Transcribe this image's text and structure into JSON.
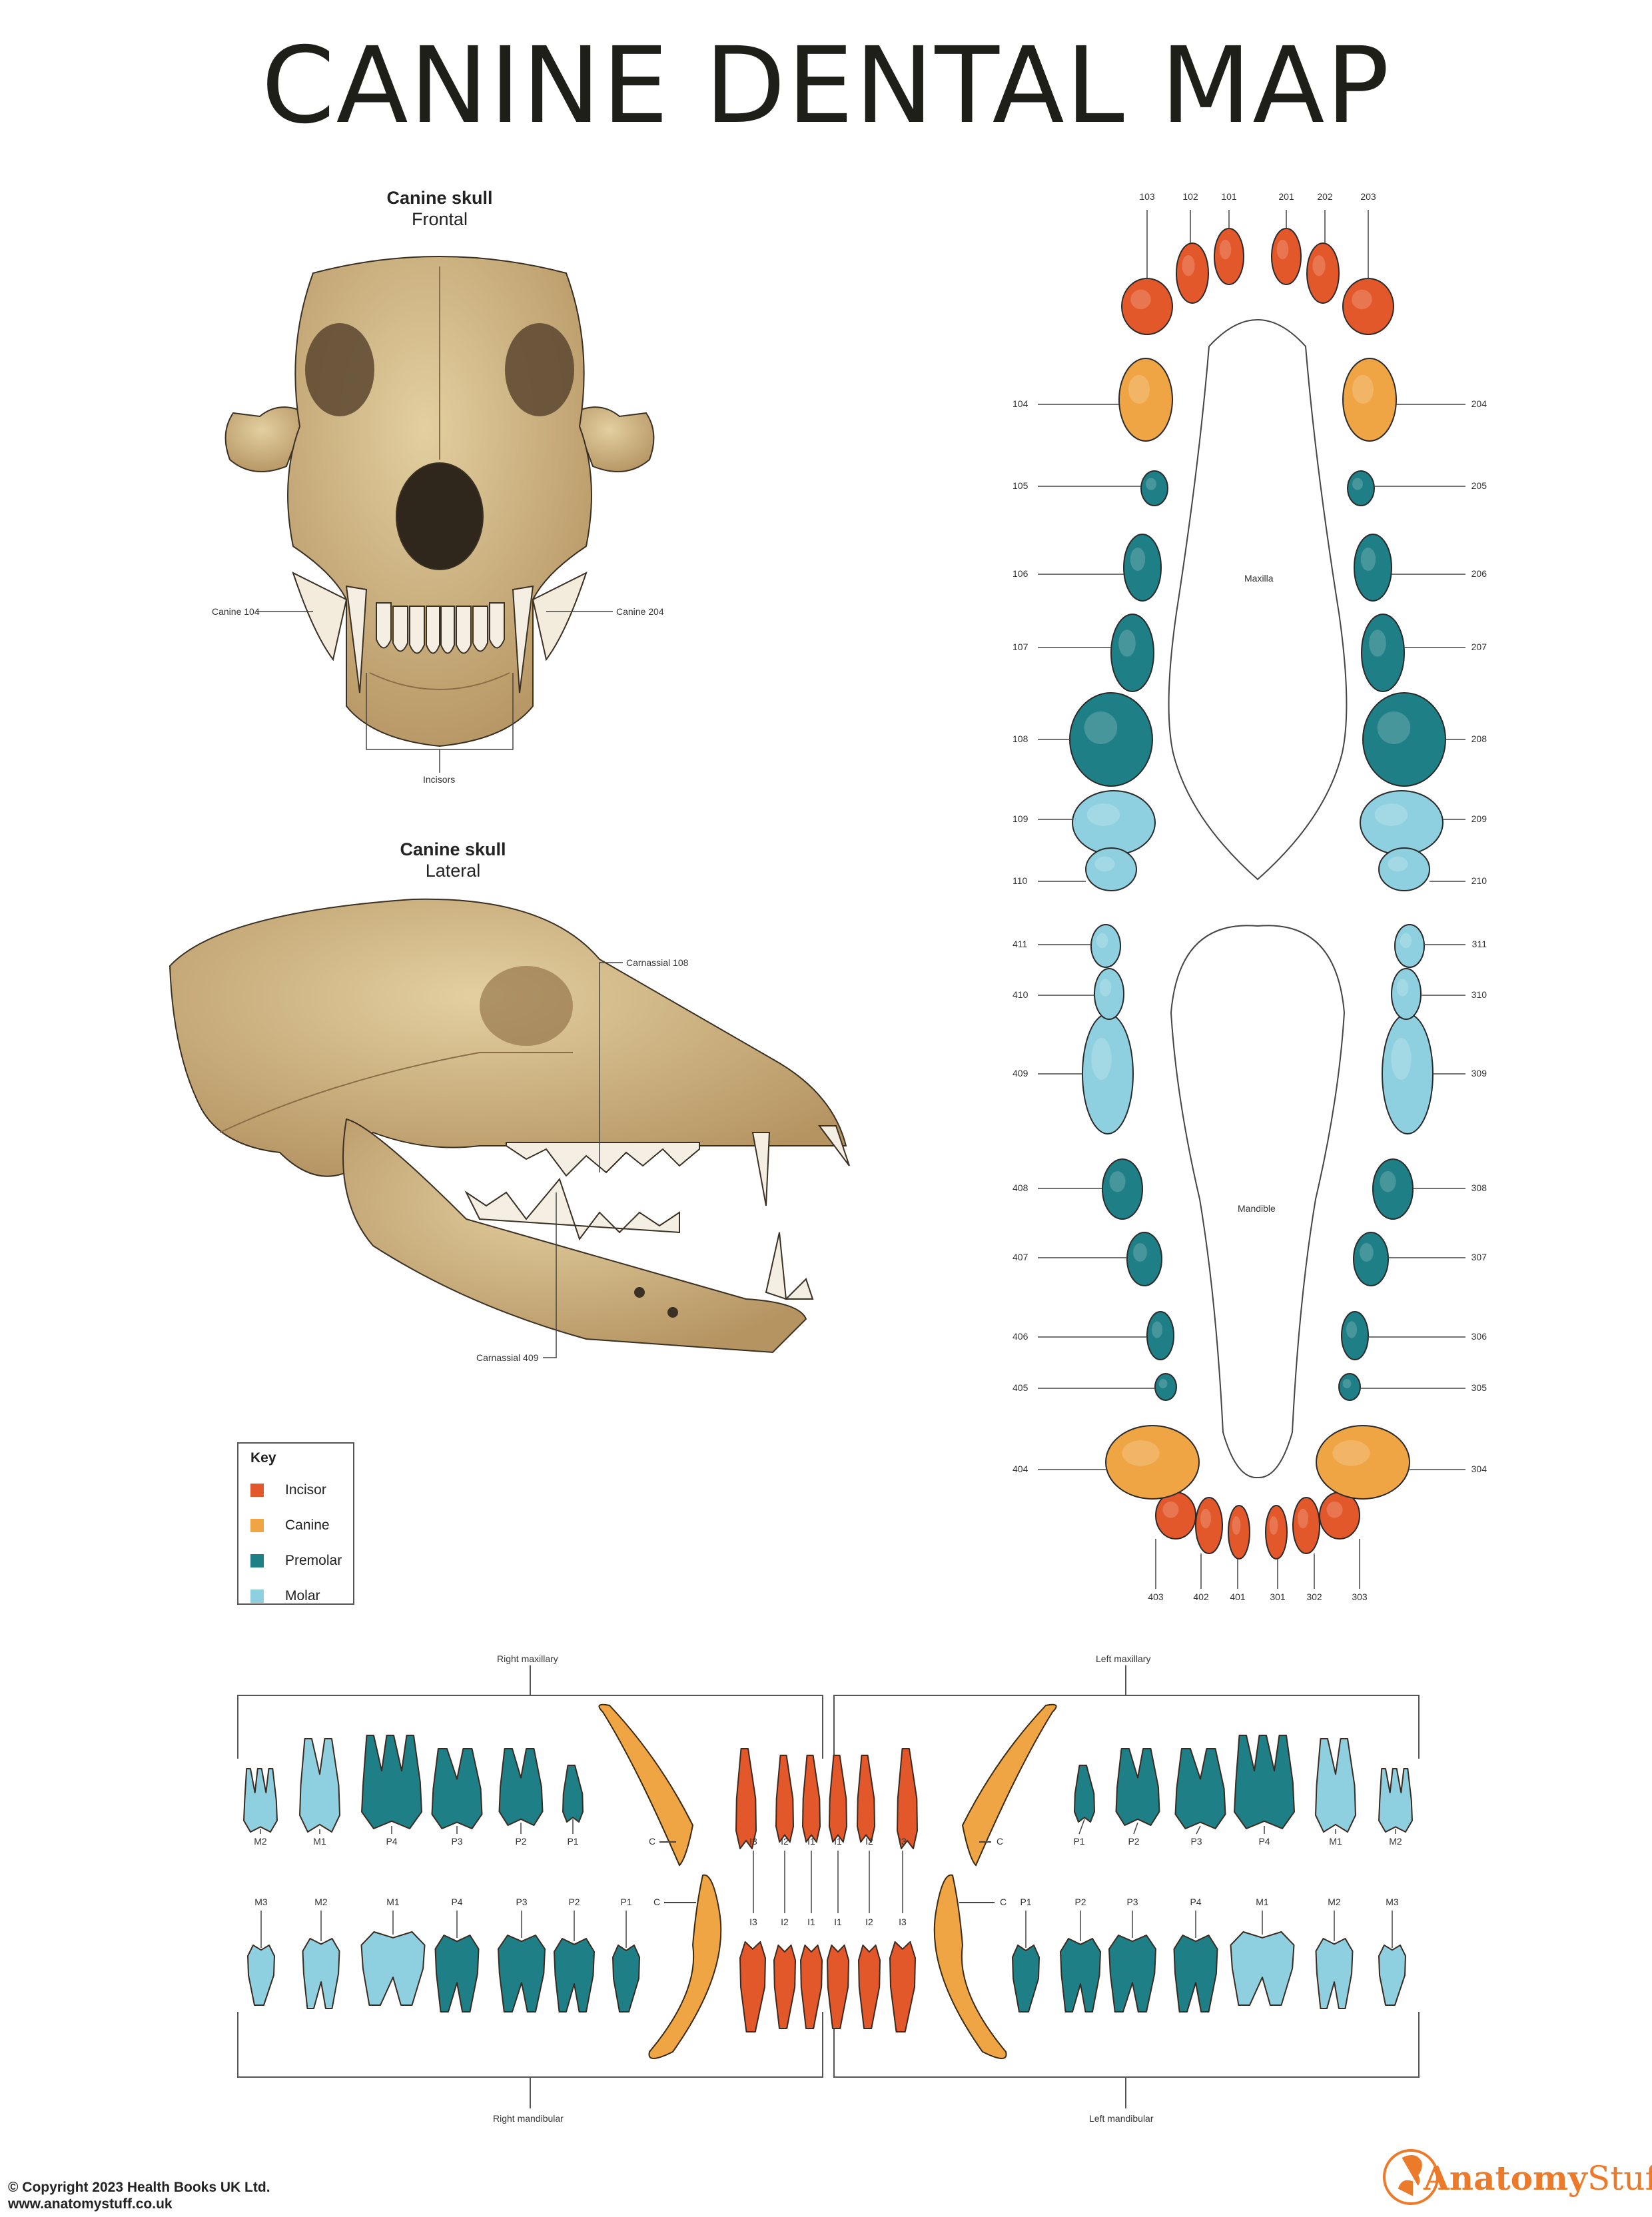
{
  "title": "CANINE DENTAL MAP",
  "frontal": {
    "title": "Canine skull",
    "subtitle": "Frontal",
    "canine_right": "Canine 104",
    "canine_left": "Canine 204",
    "incisors": "Incisors"
  },
  "lateral": {
    "title": "Canine skull",
    "subtitle": "Lateral",
    "carnassial_upper": "Carnassial 108",
    "carnassial_lower": "Carnassial 409"
  },
  "key": {
    "title": "Key",
    "items": [
      {
        "label": "Incisor",
        "color": "#e3582a"
      },
      {
        "label": "Canine",
        "color": "#f0a545"
      },
      {
        "label": "Premolar",
        "color": "#1e7f86"
      },
      {
        "label": "Molar",
        "color": "#8fd0e0"
      }
    ]
  },
  "arch": {
    "maxilla_label": "Maxilla",
    "mandible_label": "Mandible",
    "quadrant1": [
      {
        "id": "101",
        "type": "incisor"
      },
      {
        "id": "102",
        "type": "incisor"
      },
      {
        "id": "103",
        "type": "incisor"
      },
      {
        "id": "104",
        "type": "canine"
      },
      {
        "id": "105",
        "type": "premolar"
      },
      {
        "id": "106",
        "type": "premolar"
      },
      {
        "id": "107",
        "type": "premolar"
      },
      {
        "id": "108",
        "type": "premolar"
      },
      {
        "id": "109",
        "type": "molar"
      },
      {
        "id": "110",
        "type": "molar"
      }
    ],
    "quadrant2": [
      {
        "id": "201",
        "type": "incisor"
      },
      {
        "id": "202",
        "type": "incisor"
      },
      {
        "id": "203",
        "type": "incisor"
      },
      {
        "id": "204",
        "type": "canine"
      },
      {
        "id": "205",
        "type": "premolar"
      },
      {
        "id": "206",
        "type": "premolar"
      },
      {
        "id": "207",
        "type": "premolar"
      },
      {
        "id": "208",
        "type": "premolar"
      },
      {
        "id": "209",
        "type": "molar"
      },
      {
        "id": "210",
        "type": "molar"
      }
    ],
    "quadrant4": [
      {
        "id": "401",
        "type": "incisor"
      },
      {
        "id": "402",
        "type": "incisor"
      },
      {
        "id": "403",
        "type": "incisor"
      },
      {
        "id": "404",
        "type": "canine"
      },
      {
        "id": "405",
        "type": "premolar"
      },
      {
        "id": "406",
        "type": "premolar"
      },
      {
        "id": "407",
        "type": "premolar"
      },
      {
        "id": "408",
        "type": "premolar"
      },
      {
        "id": "409",
        "type": "molar"
      },
      {
        "id": "410",
        "type": "molar"
      },
      {
        "id": "411",
        "type": "molar"
      }
    ],
    "quadrant3": [
      {
        "id": "301",
        "type": "incisor"
      },
      {
        "id": "302",
        "type": "incisor"
      },
      {
        "id": "303",
        "type": "incisor"
      },
      {
        "id": "304",
        "type": "canine"
      },
      {
        "id": "305",
        "type": "premolar"
      },
      {
        "id": "306",
        "type": "premolar"
      },
      {
        "id": "307",
        "type": "premolar"
      },
      {
        "id": "308",
        "type": "premolar"
      },
      {
        "id": "309",
        "type": "molar"
      },
      {
        "id": "310",
        "type": "molar"
      },
      {
        "id": "311",
        "type": "molar"
      }
    ]
  },
  "rows": {
    "right_maxillary": "Right maxillary",
    "left_maxillary": "Left maxillary",
    "right_mandibular": "Right mandibular",
    "left_mandibular": "Left mandibular",
    "upper": [
      {
        "label": "M2",
        "type": "molar"
      },
      {
        "label": "M1",
        "type": "molar"
      },
      {
        "label": "P4",
        "type": "premolar"
      },
      {
        "label": "P3",
        "type": "premolar"
      },
      {
        "label": "P2",
        "type": "premolar"
      },
      {
        "label": "P1",
        "type": "premolar"
      },
      {
        "label": "C",
        "type": "canine"
      },
      {
        "label": "I3",
        "type": "incisor"
      },
      {
        "label": "I2",
        "type": "incisor"
      },
      {
        "label": "I1",
        "type": "incisor"
      },
      {
        "label": "I1",
        "type": "incisor"
      },
      {
        "label": "I2",
        "type": "incisor"
      },
      {
        "label": "I3",
        "type": "incisor"
      },
      {
        "label": "C",
        "type": "canine"
      },
      {
        "label": "P1",
        "type": "premolar"
      },
      {
        "label": "P2",
        "type": "premolar"
      },
      {
        "label": "P3",
        "type": "premolar"
      },
      {
        "label": "P4",
        "type": "premolar"
      },
      {
        "label": "M1",
        "type": "molar"
      },
      {
        "label": "M2",
        "type": "molar"
      }
    ],
    "lower": [
      {
        "label": "M3",
        "type": "molar"
      },
      {
        "label": "M2",
        "type": "molar"
      },
      {
        "label": "M1",
        "type": "molar"
      },
      {
        "label": "P4",
        "type": "premolar"
      },
      {
        "label": "P3",
        "type": "premolar"
      },
      {
        "label": "P2",
        "type": "premolar"
      },
      {
        "label": "P1",
        "type": "premolar"
      },
      {
        "label": "C",
        "type": "canine"
      },
      {
        "label": "I3",
        "type": "incisor"
      },
      {
        "label": "I2",
        "type": "incisor"
      },
      {
        "label": "I1",
        "type": "incisor"
      },
      {
        "label": "I1",
        "type": "incisor"
      },
      {
        "label": "I2",
        "type": "incisor"
      },
      {
        "label": "I3",
        "type": "incisor"
      },
      {
        "label": "C",
        "type": "canine"
      },
      {
        "label": "P1",
        "type": "premolar"
      },
      {
        "label": "P2",
        "type": "premolar"
      },
      {
        "label": "P3",
        "type": "premolar"
      },
      {
        "label": "P4",
        "type": "premolar"
      },
      {
        "label": "M1",
        "type": "molar"
      },
      {
        "label": "M2",
        "type": "molar"
      },
      {
        "label": "M3",
        "type": "molar"
      }
    ]
  },
  "footer": {
    "copyright": "© Copyright 2023 Health Books UK Ltd.",
    "url": "www.anatomystuff.co.uk"
  },
  "logo": {
    "bold": "Anatomy",
    "light": "Stuff"
  }
}
